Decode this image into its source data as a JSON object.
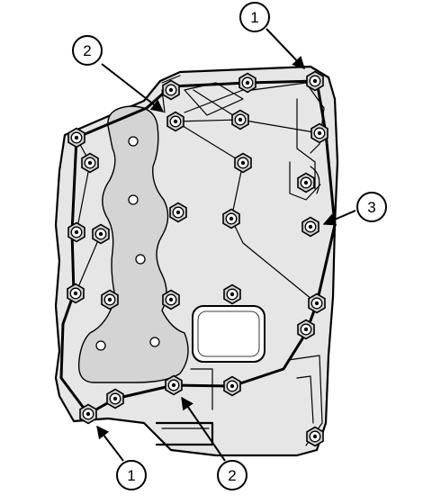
{
  "callouts": [
    {
      "id": "callout-1-top",
      "label": "1"
    },
    {
      "id": "callout-2-top",
      "label": "2"
    },
    {
      "id": "callout-3",
      "label": "3"
    },
    {
      "id": "callout-1-bottom",
      "label": "1"
    },
    {
      "id": "callout-2-bottom",
      "label": "2"
    }
  ]
}
